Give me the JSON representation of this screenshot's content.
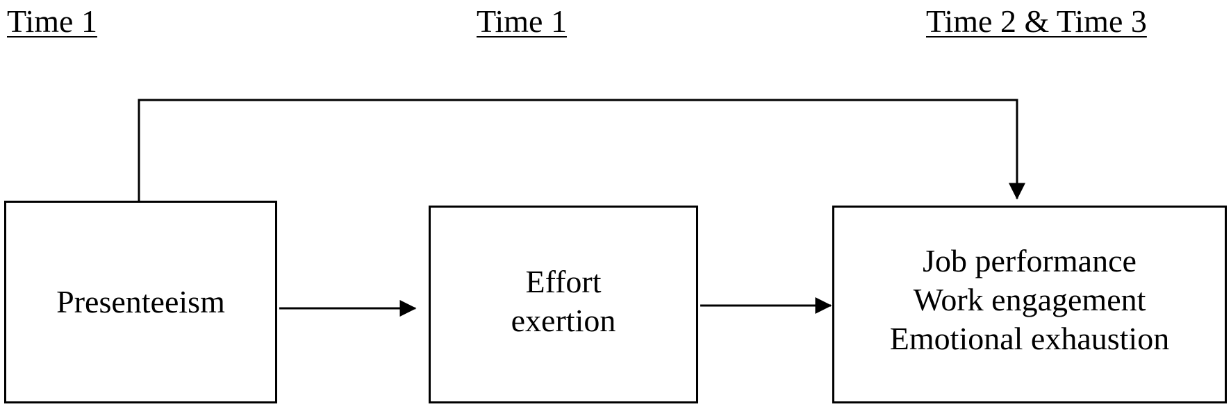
{
  "time_labels": [
    "Time 1",
    "Time 1",
    "Time 2 & Time 3"
  ],
  "boxes": {
    "presenteeism": {
      "lines": [
        "Presenteeism"
      ]
    },
    "effort": {
      "lines": [
        "Effort",
        "exertion"
      ]
    },
    "outcomes": {
      "lines": [
        "Job performance",
        "Work engagement",
        "Emotional exhaustion"
      ]
    }
  },
  "colors": {
    "line": "#000000",
    "background": "#ffffff"
  }
}
